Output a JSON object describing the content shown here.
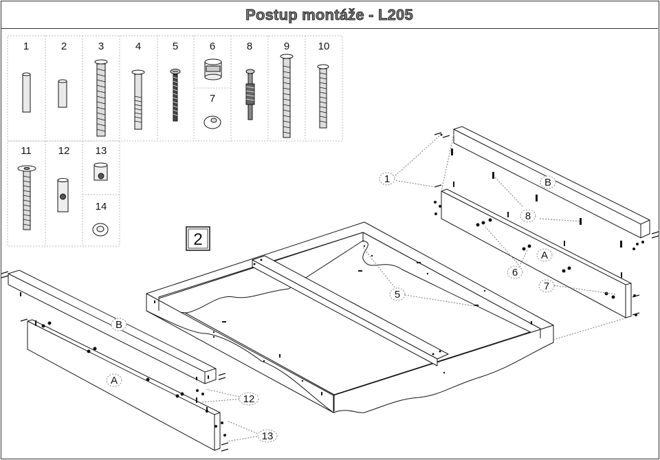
{
  "title": "Postup montáže - L205",
  "step": "2",
  "parts": [
    {
      "id": "1",
      "icon": "wooden-dowel-icon"
    },
    {
      "id": "2",
      "icon": "short-dowel-icon"
    },
    {
      "id": "3",
      "icon": "long-bolt-icon"
    },
    {
      "id": "4",
      "icon": "connector-bolt-icon"
    },
    {
      "id": "5",
      "icon": "wood-screw-icon"
    },
    {
      "id": "6",
      "icon": "cam-lock-icon"
    },
    {
      "id": "7",
      "icon": "cam-cover-icon"
    },
    {
      "id": "8",
      "icon": "cam-bolt-icon"
    },
    {
      "id": "9",
      "icon": "long-screw-icon"
    },
    {
      "id": "10",
      "icon": "threaded-bolt-icon"
    },
    {
      "id": "11",
      "icon": "flat-head-bolt-icon"
    },
    {
      "id": "12",
      "icon": "barrel-nut-icon"
    },
    {
      "id": "13",
      "icon": "cross-dowel-icon"
    },
    {
      "id": "14",
      "icon": "cap-icon"
    }
  ],
  "callouts": {
    "c1": "1",
    "cB_right": "B",
    "c8": "8",
    "cA_right": "A",
    "c6": "6",
    "c7": "7",
    "c5": "5",
    "cB_left": "B",
    "cA_left": "A",
    "c12": "12",
    "c13": "13"
  }
}
